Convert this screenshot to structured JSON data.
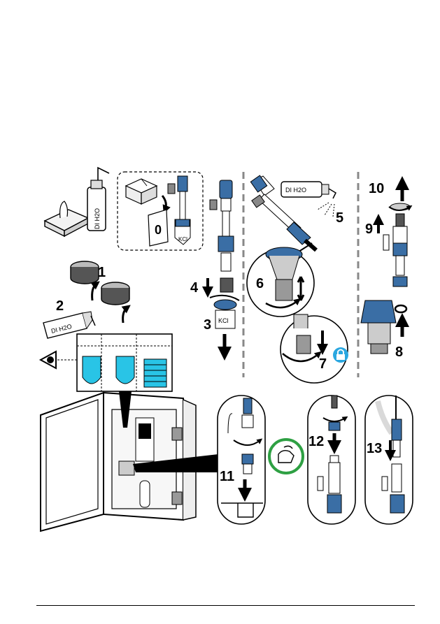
{
  "labels": {
    "bottle_top": "DI H2O",
    "bottle_left": "DI H2O",
    "bottle_right": "DI H2O",
    "bag_letter": "0",
    "kcl_bag": "KCl",
    "kcl_cap": "KCl"
  },
  "steps": [
    "1",
    "2",
    "3",
    "4",
    "5",
    "6",
    "7",
    "8",
    "9",
    "10",
    "11",
    "12",
    "13"
  ],
  "colors": {
    "accent_blue": "#3a6ea5",
    "water_cyan": "#29c4e6",
    "ok_green": "#2ea043",
    "lock_blue": "#2aa7e0"
  }
}
